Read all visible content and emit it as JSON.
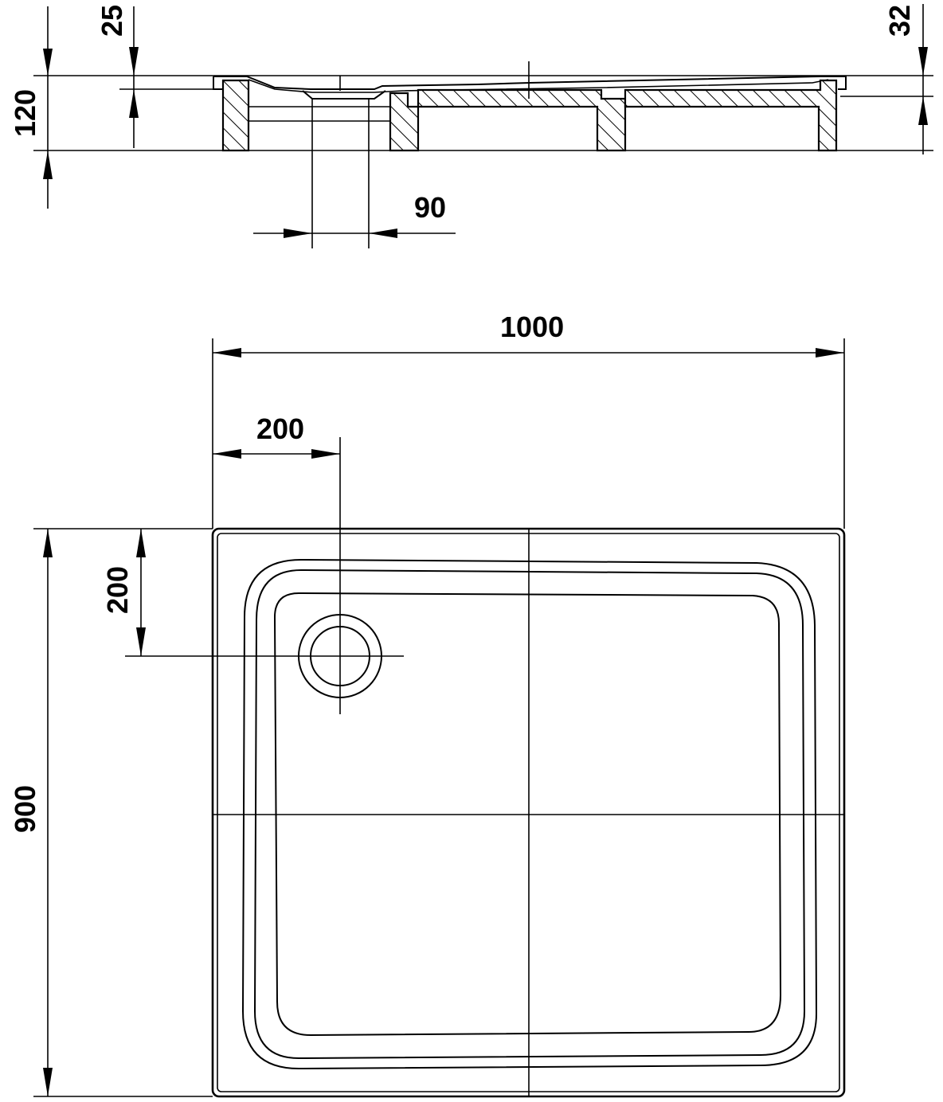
{
  "dimensions": {
    "top_left_step": "25",
    "top_right_rim": "32",
    "total_height": "120",
    "drain_diameter": "90",
    "width": "1000",
    "drain_offset_x": "200",
    "drain_offset_y": "200",
    "depth": "900"
  }
}
